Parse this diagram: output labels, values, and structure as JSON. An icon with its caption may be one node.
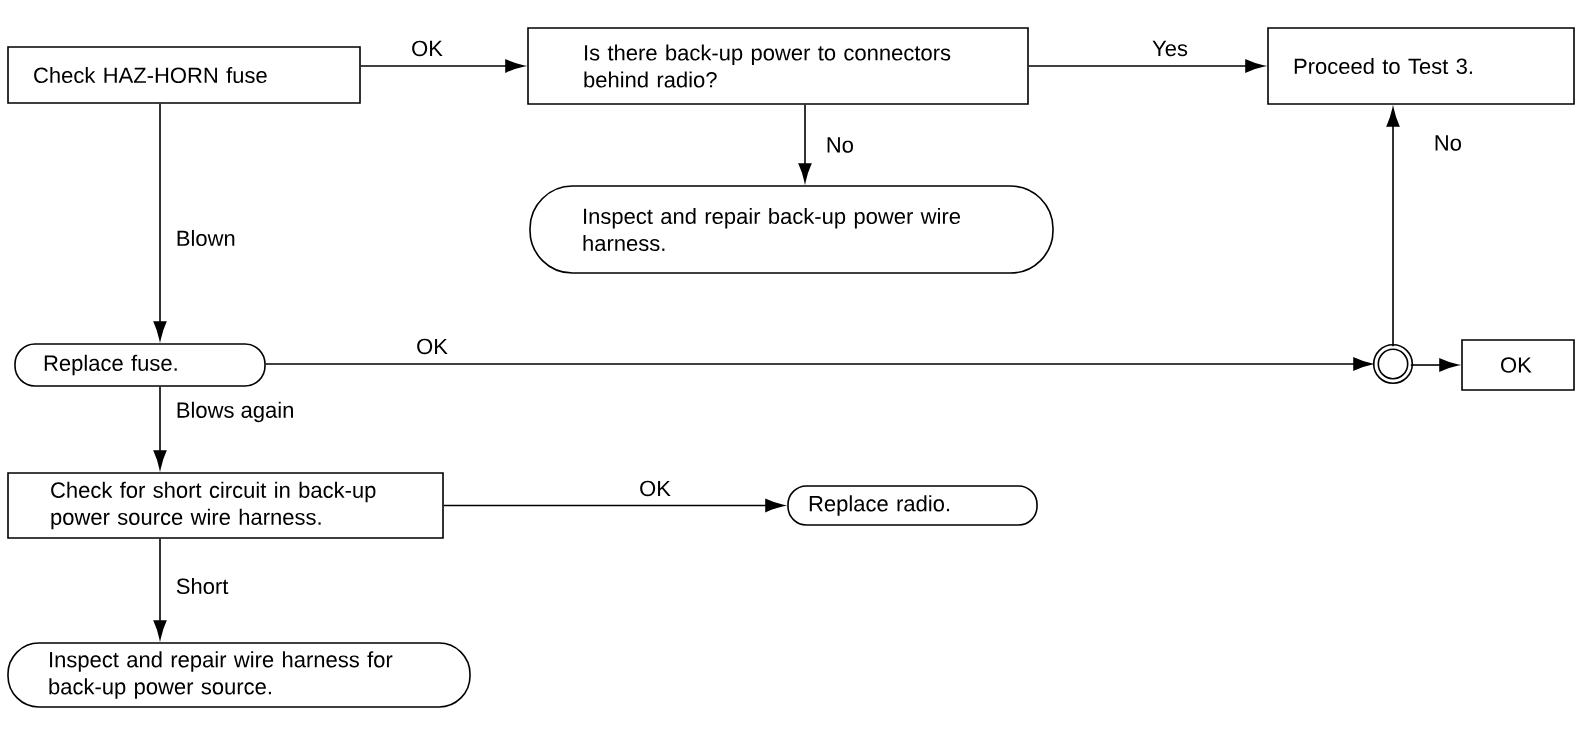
{
  "diagram": {
    "nodes": [
      {
        "text": [
          "Check HAZ-HORN fuse"
        ]
      },
      {
        "text": [
          "Is there back-up power to connectors behind radio?"
        ]
      },
      {
        "text": [
          "Proceed to Test 3."
        ]
      },
      {
        "text": [
          "Inspect and repair back-up power wire harness."
        ]
      },
      {
        "text": [
          "Replace fuse."
        ]
      },
      {
        "text": [],
        "shape": "circle"
      },
      {
        "text": [
          "OK"
        ]
      },
      {
        "text": [
          "Check for short circuit in back-up power source wire harness."
        ]
      },
      {
        "text": [
          "Replace radio."
        ]
      },
      {
        "text": [
          "Inspect and repair wire harness for back-up power source."
        ]
      }
    ],
    "edges": [
      {
        "from": 0,
        "to": 1,
        "arrow": "to",
        "label": "OK"
      },
      {
        "from": 1,
        "to": 2,
        "arrow": "to",
        "label": "Yes"
      },
      {
        "from": 1,
        "to": 3,
        "arrow": "to",
        "label": "No"
      },
      {
        "from": 0,
        "to": 4,
        "arrow": "to",
        "label": "Blown"
      },
      {
        "from": 4,
        "to": 5,
        "arrow": "to",
        "label": "OK"
      },
      {
        "from": 5,
        "to": 2,
        "arrow": "to",
        "label": "No"
      },
      {
        "from": 5,
        "to": 6,
        "arrow": "to"
      },
      {
        "from": 4,
        "to": 7,
        "arrow": "to",
        "label": "Blows again"
      },
      {
        "from": 7,
        "to": 8,
        "arrow": "to",
        "label": "OK"
      },
      {
        "from": 7,
        "to": 9,
        "arrow": "to",
        "label": "Short"
      }
    ]
  }
}
